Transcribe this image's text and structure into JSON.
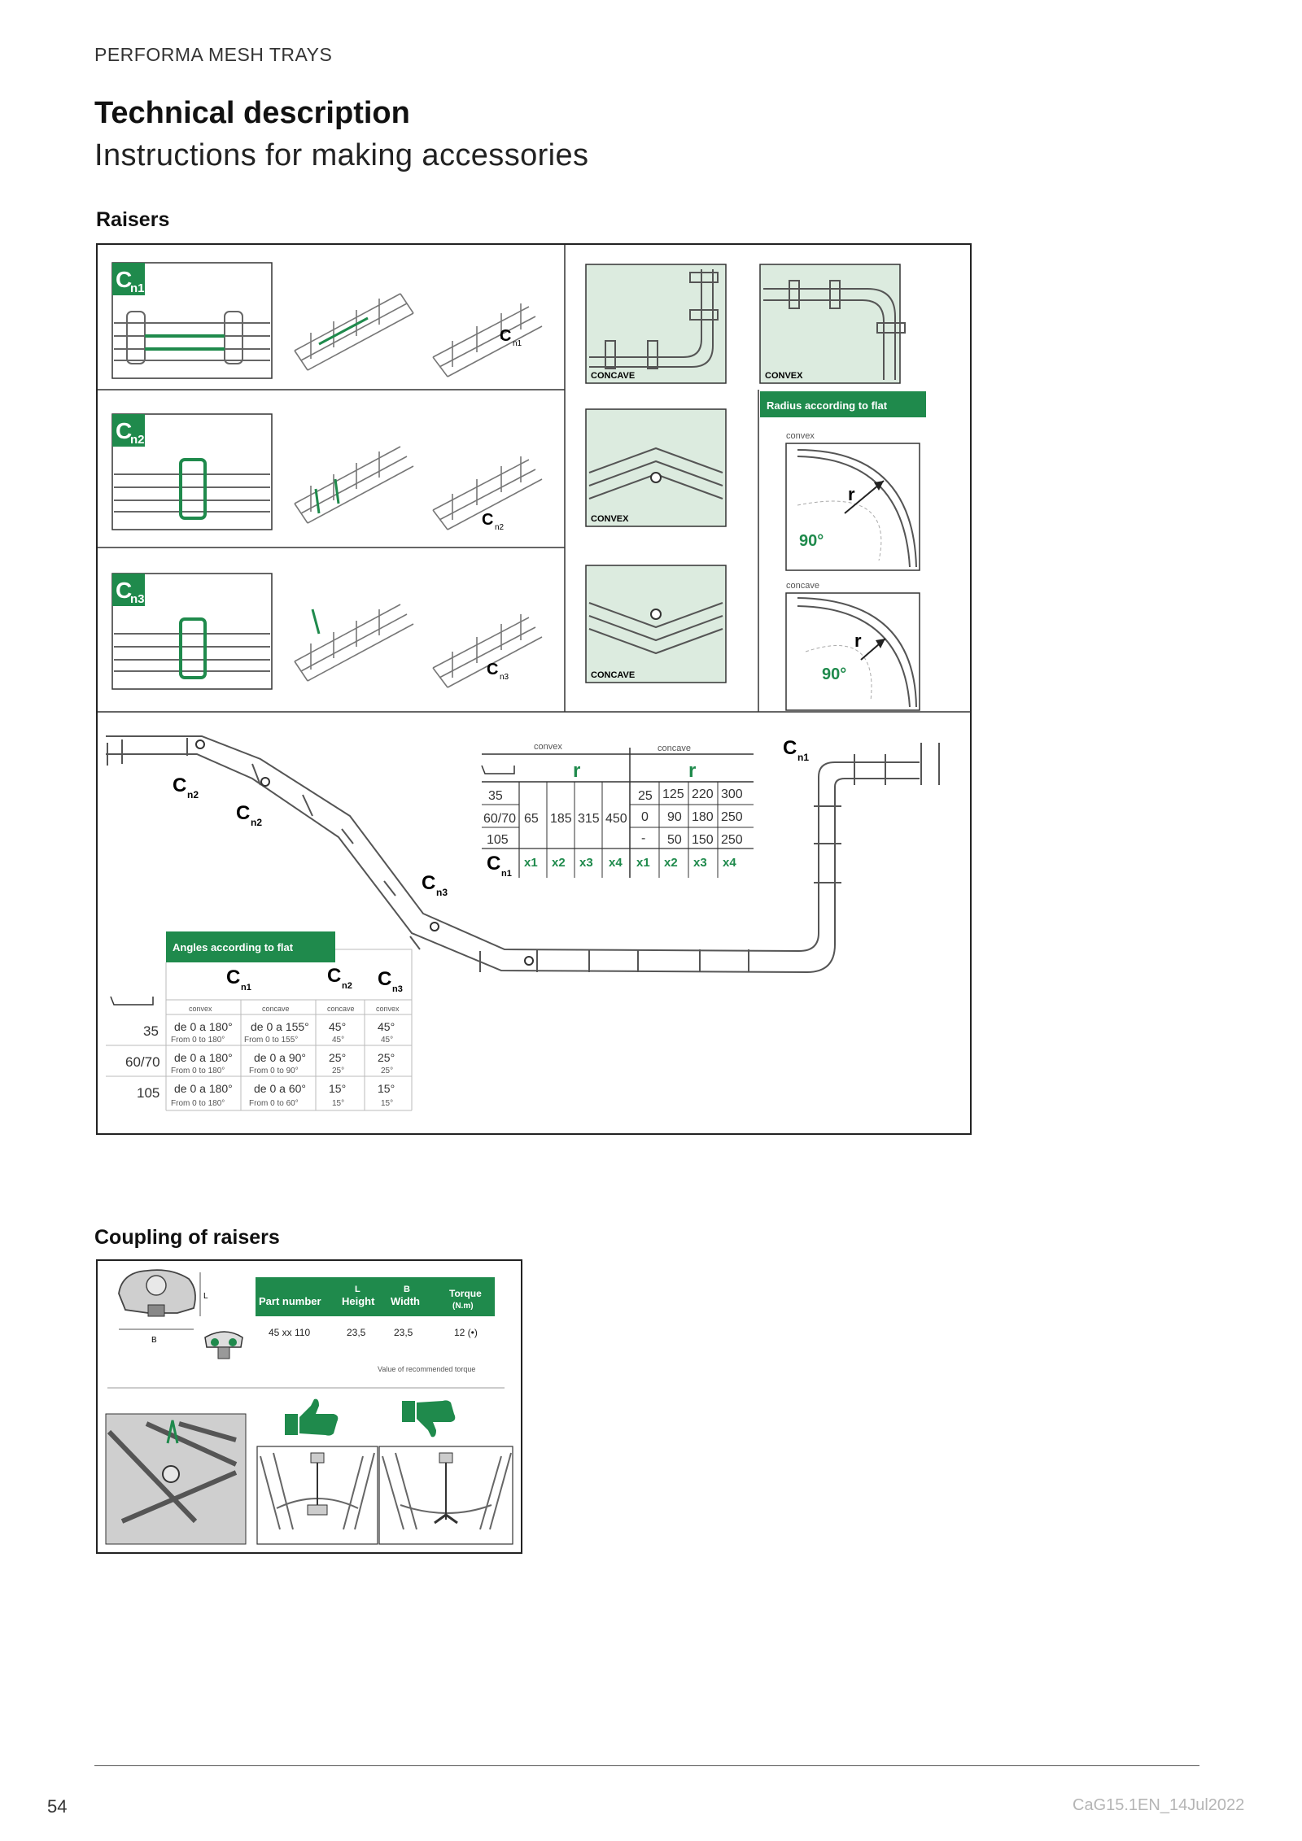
{
  "header": {
    "series": "PERFORMA MESH TRAYS"
  },
  "title": "Technical description",
  "subtitle": "Instructions for making accessories",
  "raisers": {
    "section_title": "Raisers",
    "labels": {
      "cn_c": "C",
      "n1": "n1",
      "n2": "n2",
      "n3": "n3",
      "concave": "CONCAVE",
      "convex": "CONVEX",
      "radius_banner": "Radius according to flat",
      "convex_small": "convex",
      "concave_small": "concave",
      "angle_90": "90°",
      "r": "r"
    },
    "radius_table": {
      "group_convex": "convex",
      "group_concave": "concave",
      "r_label": "r",
      "heights": [
        "35",
        "60/70",
        "105"
      ],
      "convex_values": [
        "65",
        "185",
        "315",
        "450"
      ],
      "concave_rows": [
        [
          "25",
          "125",
          "220",
          "300"
        ],
        [
          "0",
          "90",
          "180",
          "250"
        ],
        [
          "-",
          "50",
          "150",
          "250"
        ]
      ],
      "multipliers": [
        "x1",
        "x2",
        "x3",
        "x4",
        "x1",
        "x2",
        "x3",
        "x4"
      ]
    },
    "angles_table": {
      "banner": "Angles according to flat",
      "col_kinds": [
        "convex",
        "concave",
        "concave",
        "convex"
      ],
      "rows": [
        {
          "h": "35",
          "cells": [
            [
              "de 0 a 180°",
              "From 0 to 180°"
            ],
            [
              "de 0 a 155°",
              "From 0 to 155°"
            ],
            [
              "45°",
              "45°"
            ],
            [
              "45°",
              "45°"
            ]
          ]
        },
        {
          "h": "60/70",
          "cells": [
            [
              "de 0 a 180°",
              "From 0 to 180°"
            ],
            [
              "de 0 a 90°",
              "From 0 to 90°"
            ],
            [
              "25°",
              "25°"
            ],
            [
              "25°",
              "25°"
            ]
          ]
        },
        {
          "h": "105",
          "cells": [
            [
              "de 0 a 180°",
              "From 0 to 180°"
            ],
            [
              "de 0 a 60°",
              "From 0 to 60°"
            ],
            [
              "15°",
              "15°"
            ],
            [
              "15°",
              "15°"
            ]
          ]
        }
      ]
    }
  },
  "coupling": {
    "section_title": "Coupling of raisers",
    "dim_l": "L",
    "dim_b": "B",
    "table": {
      "col_part": "Part number",
      "col_l": "L",
      "col_height": "Height",
      "col_b": "B",
      "col_width": "Width",
      "col_torque": "Torque",
      "col_torque_unit": "(N.m)",
      "part": "45 xx 110",
      "height": "23,5",
      "width": "23,5",
      "torque": "12 (•)"
    },
    "note": "Value of recommended torque"
  },
  "footer": {
    "page": "54",
    "docref": "CaG15.1EN_14Jul2022"
  },
  "colors": {
    "green": "#1f8a4c",
    "panel_bg": "#dcebdf",
    "frame": "#222222"
  }
}
